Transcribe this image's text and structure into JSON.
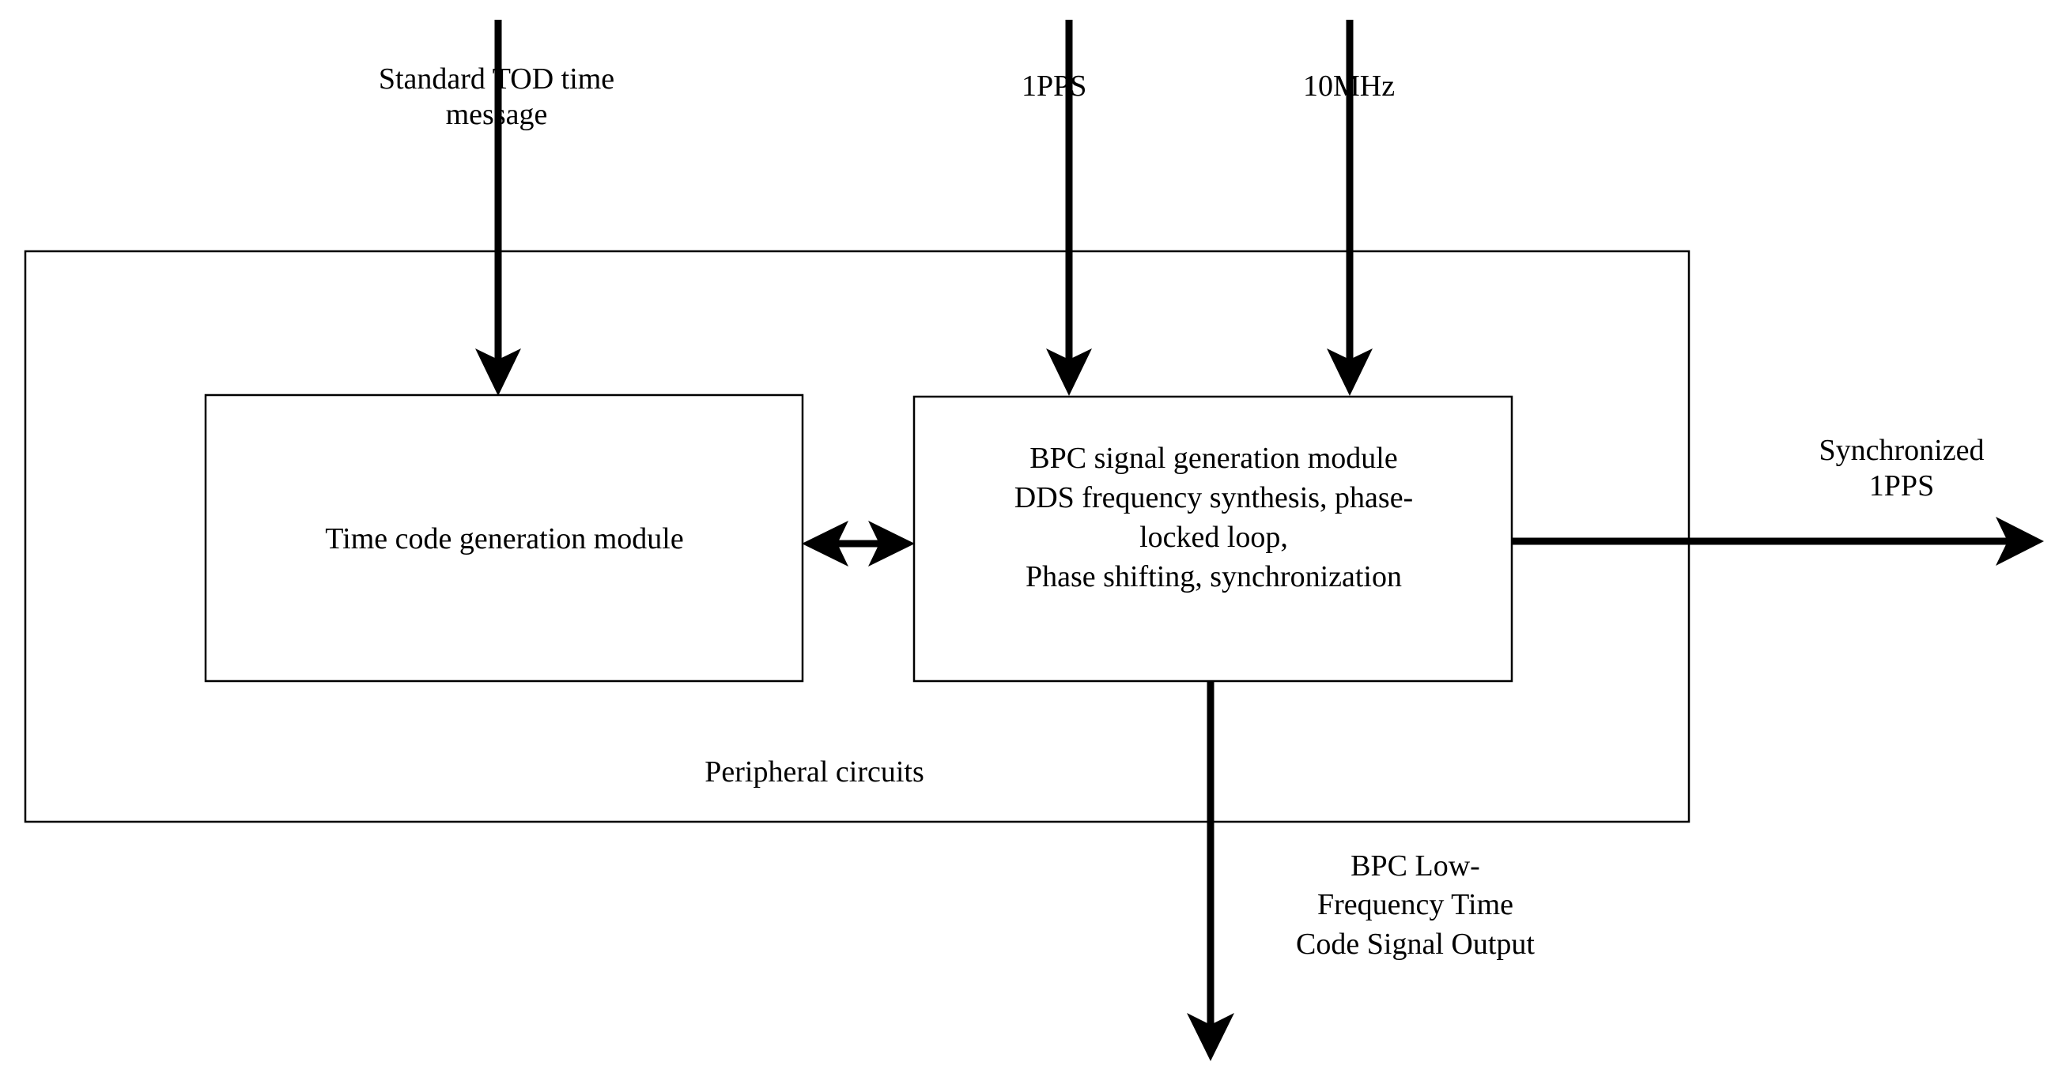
{
  "diagram": {
    "title": "BPC low-frequency time code signal generation block diagram",
    "background_color": "#ffffff",
    "line_color": "#000000",
    "inputs": {
      "tod_label": "Standard TOD time\nmessage",
      "pps_label": "1PPS",
      "mhz_label": "10MHz"
    },
    "blocks": {
      "outer_label": "Peripheral circuits",
      "time_code_module": "Time code generation module",
      "bpc_module": "BPC signal generation module\nDDS frequency synthesis, phase-\nlocked loop,\nPhase shifting, synchronization"
    },
    "outputs": {
      "sync_pps_label": "Synchronized\n1PPS",
      "bpc_output_label": "BPC Low-\nFrequency Time\nCode Signal Output"
    },
    "connections": {
      "bidirectional_note": "Time code generation module ↔ BPC signal generation module"
    }
  }
}
